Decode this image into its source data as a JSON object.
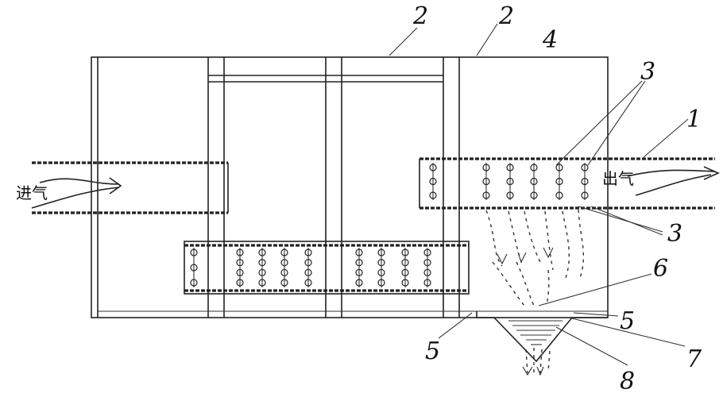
{
  "labels": {
    "callout_1": "1",
    "callout_2a": "2",
    "callout_2b": "2",
    "callout_3_top": "3",
    "callout_3_right": "3",
    "callout_4": "4",
    "callout_5_left": "5",
    "callout_5_right": "5",
    "callout_6": "6",
    "callout_7": "7",
    "callout_8": "8"
  },
  "inlet_text": "进气",
  "outlet_text": "出气"
}
